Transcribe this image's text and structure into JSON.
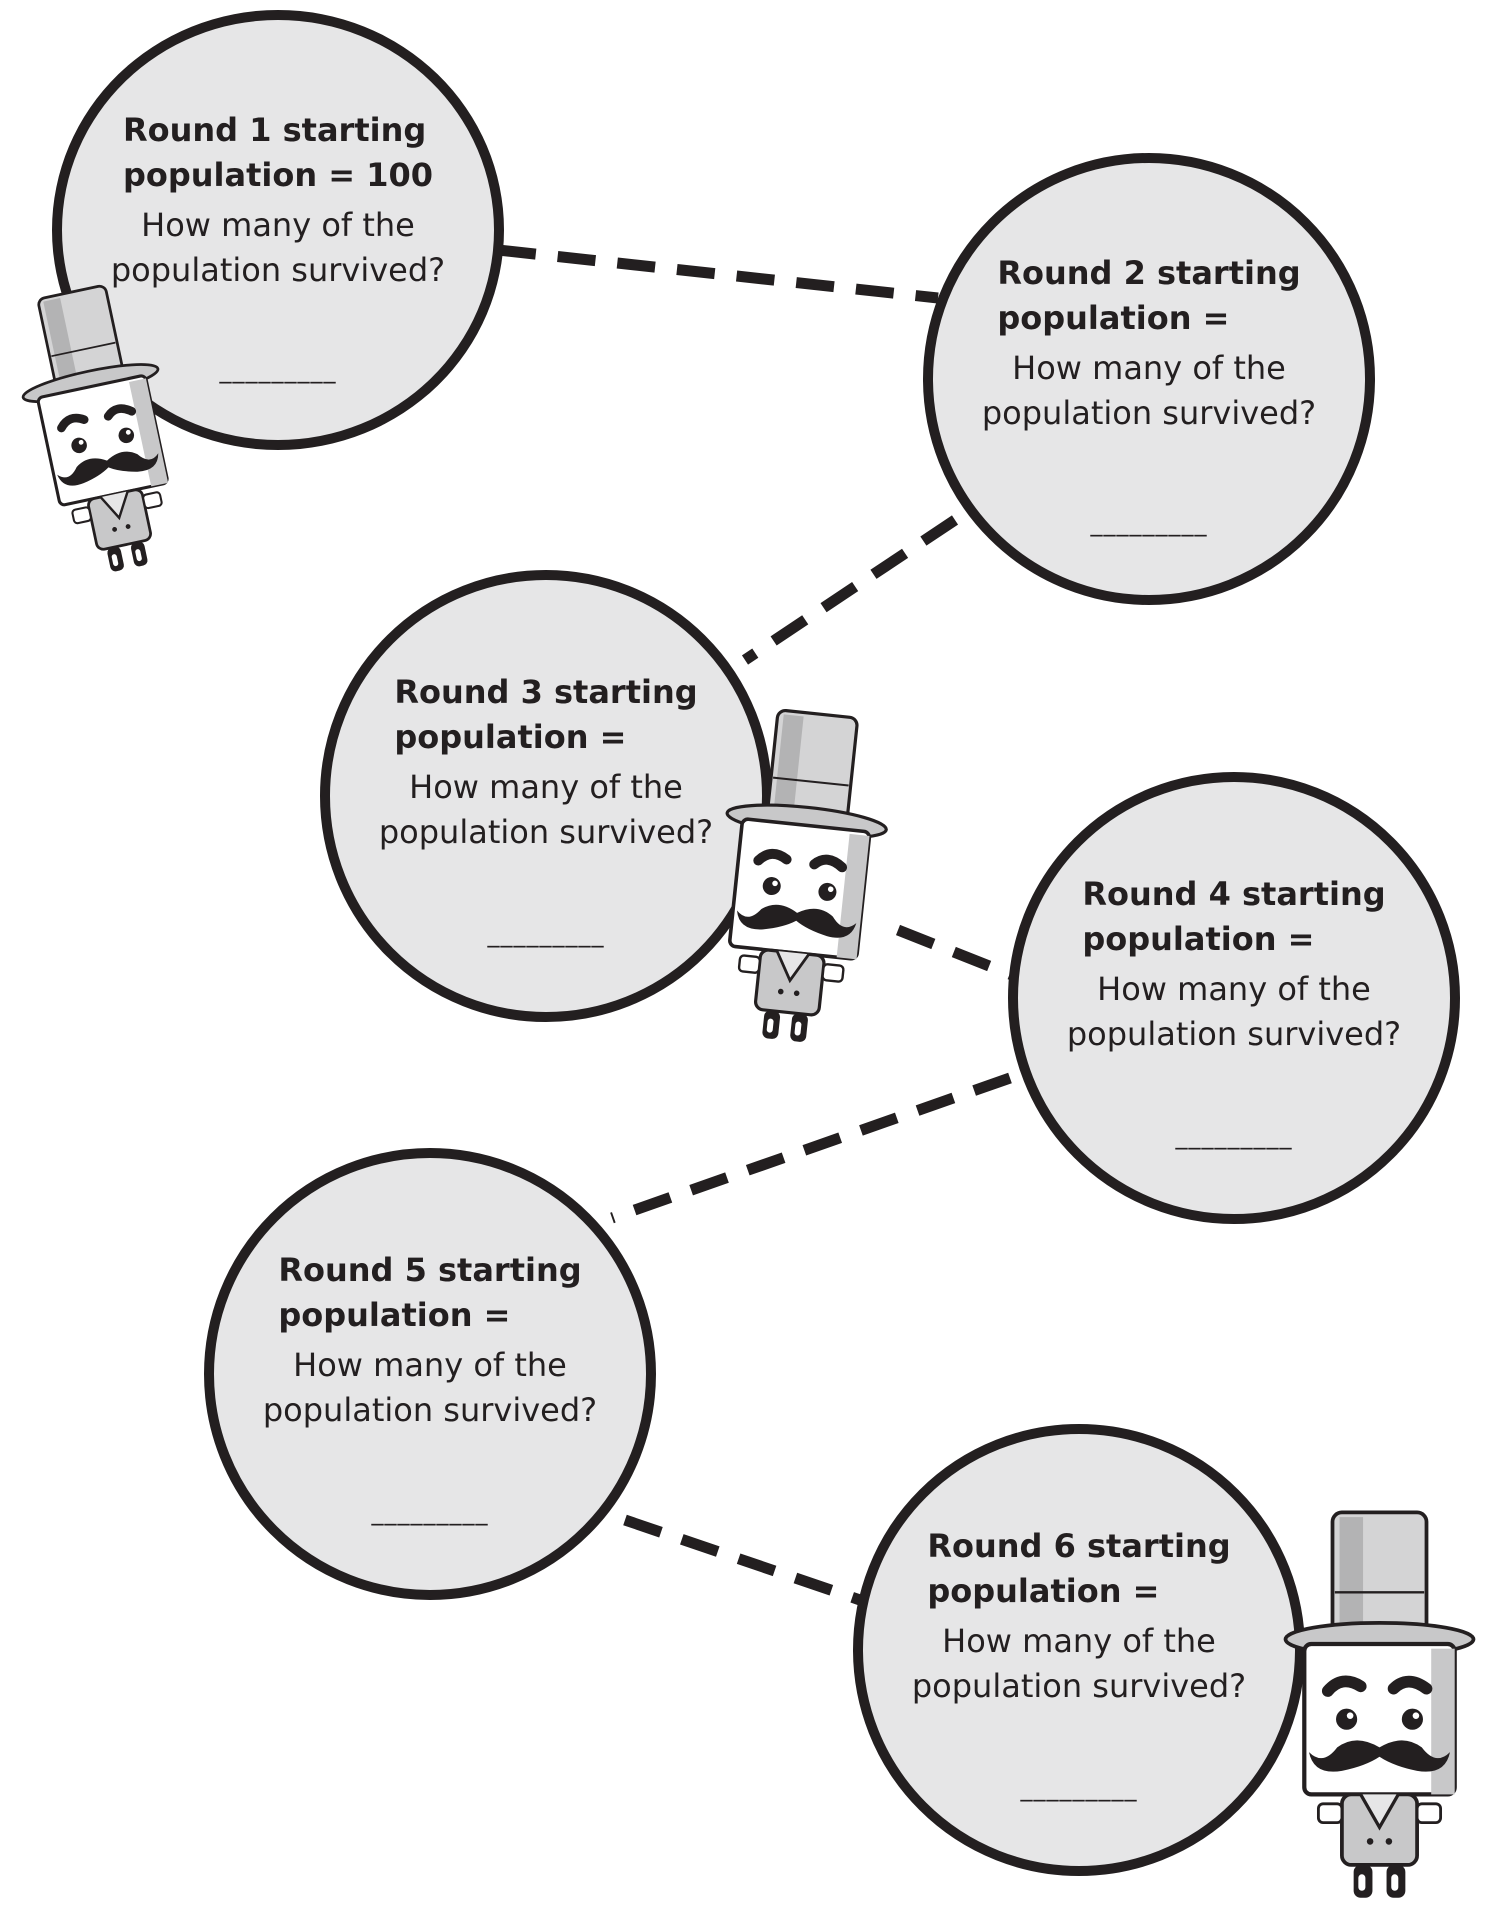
{
  "rounds": [
    {
      "heading_line1": "Round 1 starting",
      "heading_line2": "population = 100",
      "question_line1": "How many of the",
      "question_line2": "population survived?",
      "blank": "_________"
    },
    {
      "heading_line1": "Round 2 starting",
      "heading_line2": "population =",
      "question_line1": "How many of the",
      "question_line2": "population survived?",
      "blank": "_________"
    },
    {
      "heading_line1": "Round 3 starting",
      "heading_line2": "population =",
      "question_line1": "How many of the",
      "question_line2": "population survived?",
      "blank": "_________"
    },
    {
      "heading_line1": "Round 4 starting",
      "heading_line2": "population =",
      "question_line1": "How many of the",
      "question_line2": "population survived?",
      "blank": "_________"
    },
    {
      "heading_line1": "Round 5 starting",
      "heading_line2": "population =",
      "question_line1": "How many of the",
      "question_line2": "population survived?",
      "blank": "_________"
    },
    {
      "heading_line1": "Round 6 starting",
      "heading_line2": "population =",
      "question_line1": "How many of the",
      "question_line2": "population survived?",
      "blank": "_________"
    }
  ],
  "colors": {
    "ink": "#231f20",
    "circle_fill": "#e6e6e7",
    "hat_gray": "#c8c8c9",
    "hat_light": "#f2f2f2"
  },
  "icons": [
    "top-hat-mustache-mascot-icon"
  ]
}
